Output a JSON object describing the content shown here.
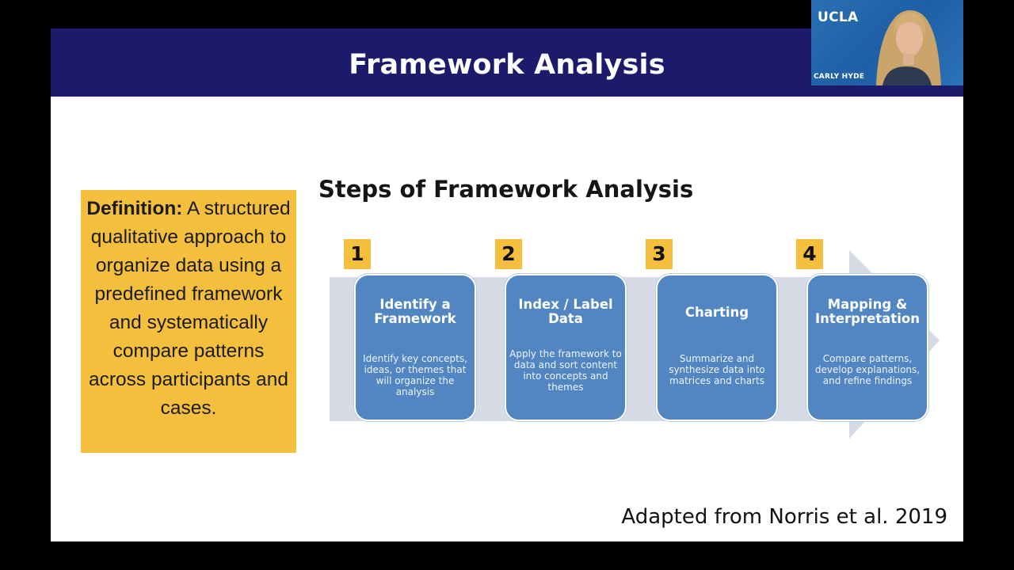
{
  "slide": {
    "title": "Framework Analysis",
    "definition": {
      "label": "Definition:",
      "text": " A structured qualitative approach to organize data using a predefined framework and systematically compare patterns across participants and cases."
    },
    "steps_heading": "Steps of Framework Analysis",
    "steps": [
      {
        "number": "1",
        "title": "Identify a Framework",
        "description": "Identify key concepts, ideas, or themes that will organize the analysis"
      },
      {
        "number": "2",
        "title": "Index / Label Data",
        "description": "Apply the framework to data and sort content into concepts and themes"
      },
      {
        "number": "3",
        "title": "Charting",
        "description": "Summarize and synthesize data into matrices and charts"
      },
      {
        "number": "4",
        "title": "Mapping & Interpretation",
        "description": "Compare patterns, develop explanations, and refine findings"
      }
    ],
    "citation": "Adapted from Norris et al. 2019"
  },
  "webcam": {
    "logo": "UCLA",
    "name": "CARLY HYDE"
  },
  "colors": {
    "title_bar": "#1b1a6b",
    "accent_yellow": "#f4bf3c",
    "card_blue": "#5286c3",
    "arrow_gray": "#d6dbe6"
  }
}
